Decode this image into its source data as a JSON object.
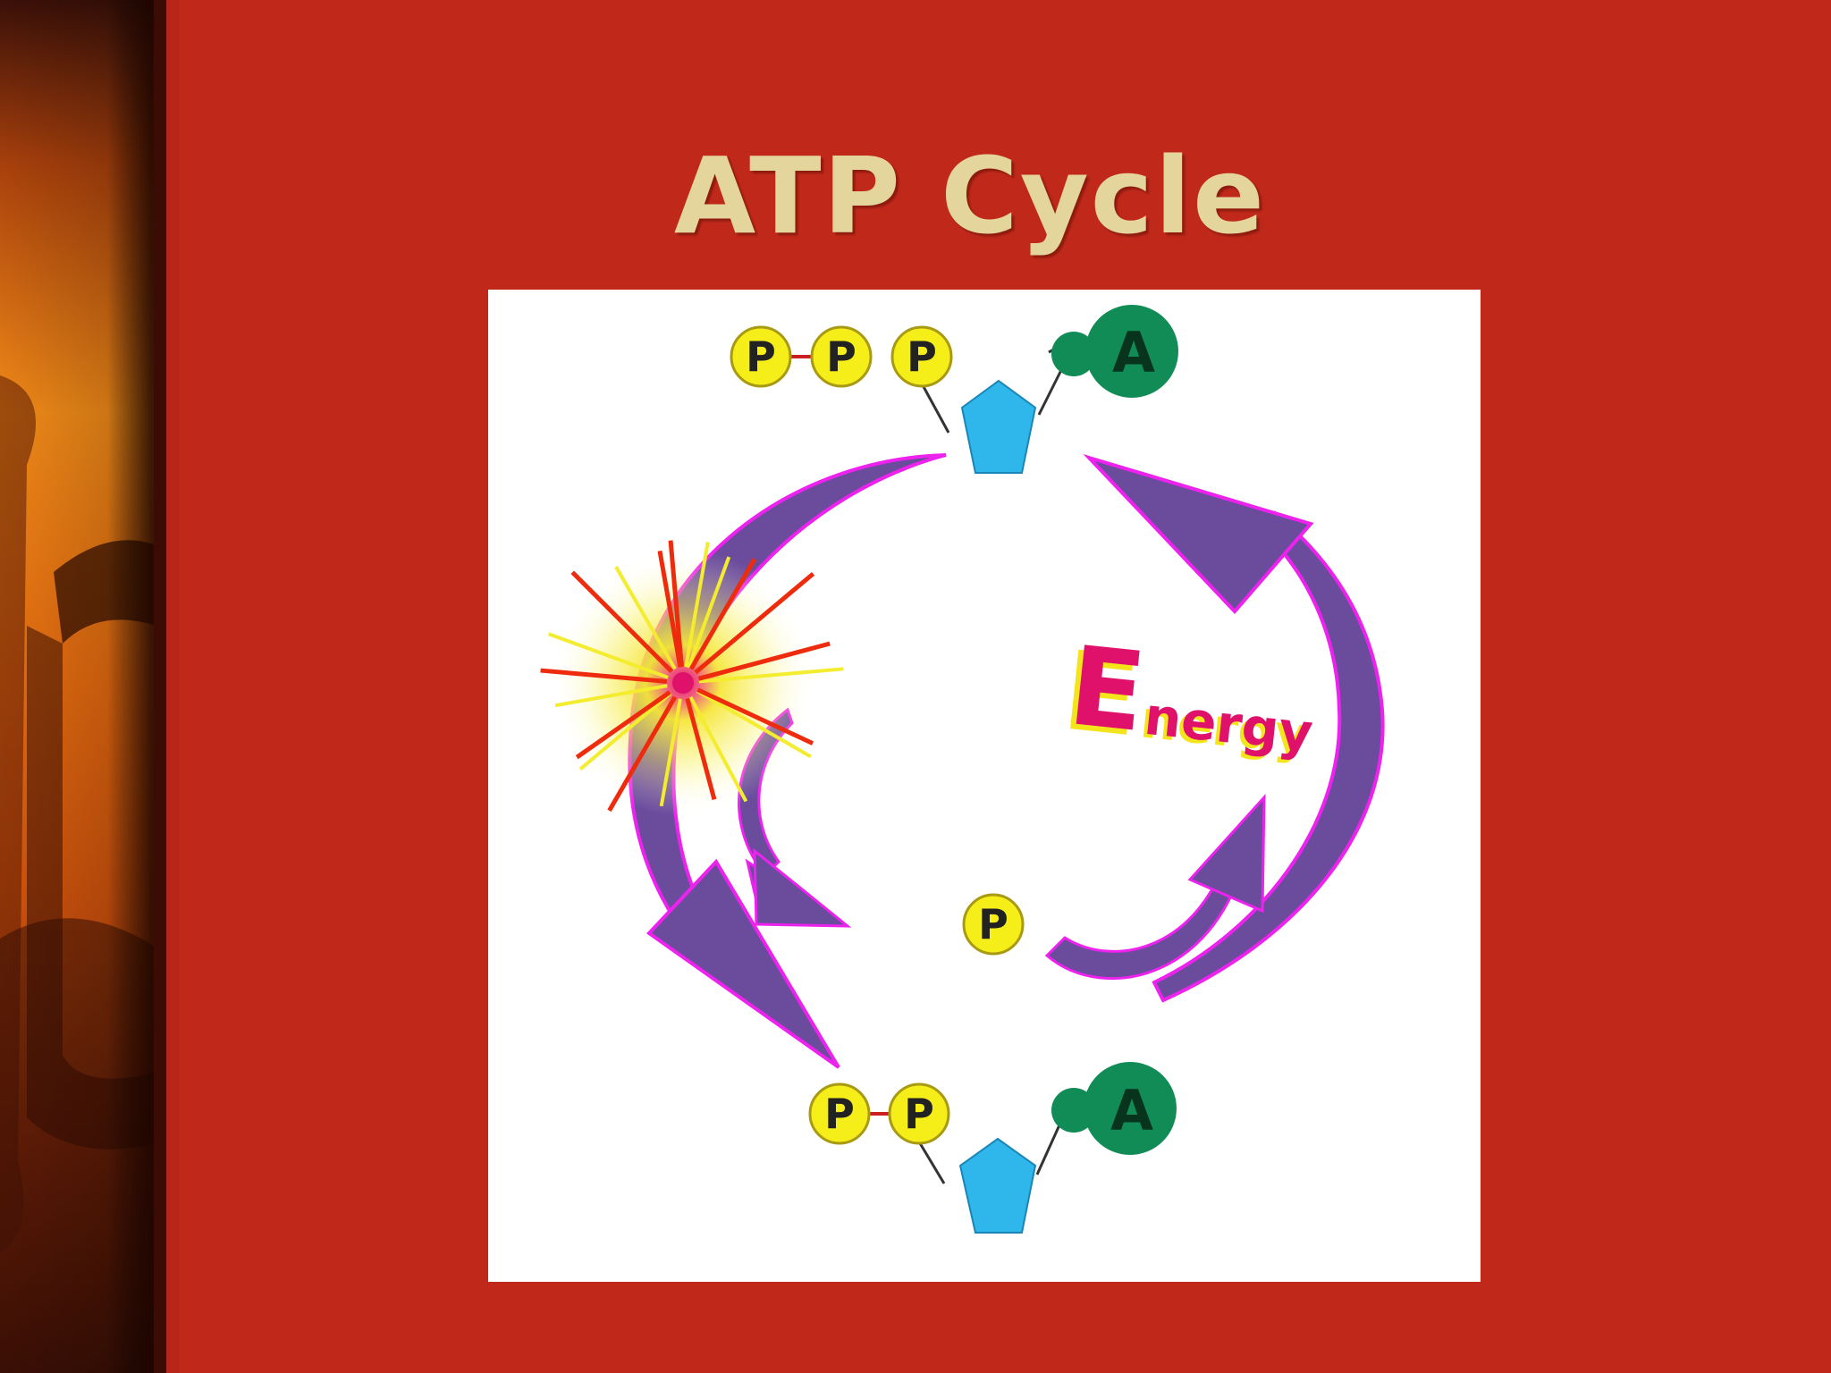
{
  "slide": {
    "title": "ATP Cycle"
  },
  "diagram": {
    "atp": {
      "phosphates": [
        "P",
        "P",
        "P"
      ],
      "base_label": "A"
    },
    "adp": {
      "phosphates": [
        "P",
        "P"
      ],
      "base_label": "A"
    },
    "free_phosphate_label": "P",
    "energy_label": {
      "initial": "E",
      "rest": "nergy"
    },
    "colors": {
      "phosphate": "#f6ee18",
      "phosphate_stroke": "#a89a12",
      "sugar": "#2fb6ea",
      "base": "#128c56",
      "arrow_fill": "#6a4b9c",
      "arrow_outline": "#ee22ee",
      "energy_text": "#e0116a",
      "energy_shadow": "#f4e41c",
      "burst_red": "#ee2b0d",
      "burst_yellow": "#f4ec2e"
    }
  }
}
